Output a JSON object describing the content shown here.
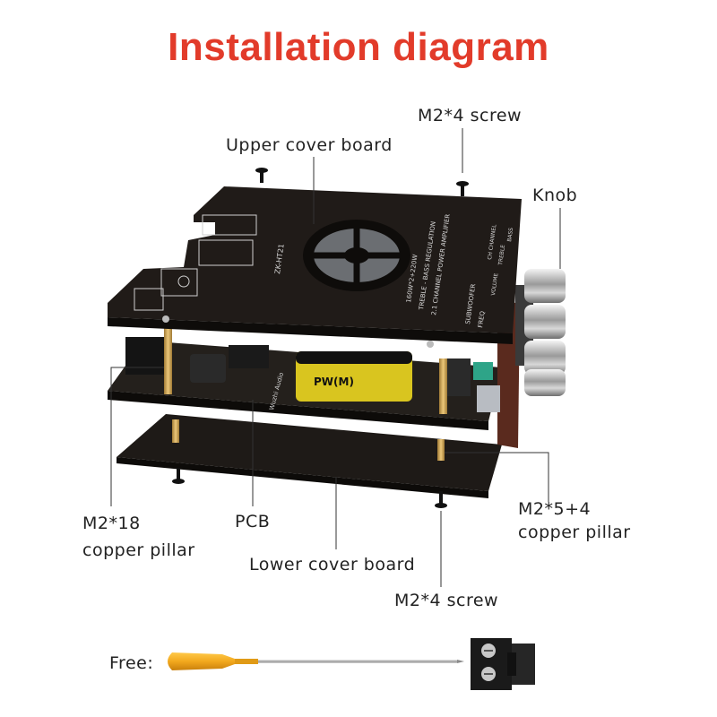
{
  "title": "Installation diagram",
  "labels": {
    "screw_top": "M2*4 screw",
    "upper_cover": "Upper cover board",
    "knob": "Knob",
    "m2_18_line1": "M2*18",
    "m2_18_line2": "copper pillar",
    "pcb": "PCB",
    "lower_cover": "Lower cover board",
    "m2_5_line1": "M2*5+4",
    "m2_5_line2": "copper pillar",
    "screw_bottom": "M2*4 screw",
    "free": "Free:"
  },
  "board_text": {
    "model": "ZK-HT21",
    "spec1": "160W*2+220W",
    "spec2": "TREBLE - BASS REGULATION",
    "spec3": "2.1 CHANNEL POWER AMPLIFIER",
    "sub": "SUBWOOFER",
    "freq": "FREQ",
    "vol": "VOLUME",
    "ch": "CH CHANNEL",
    "treble": "TREBLE",
    "bass": "BASS",
    "cap": "PW(M)",
    "brand": "Wuzhi Audio"
  },
  "colors": {
    "title": "#e23b2a",
    "board": "#1e1a17",
    "copper": "#c9a35a",
    "handle": "#f2a81d"
  }
}
